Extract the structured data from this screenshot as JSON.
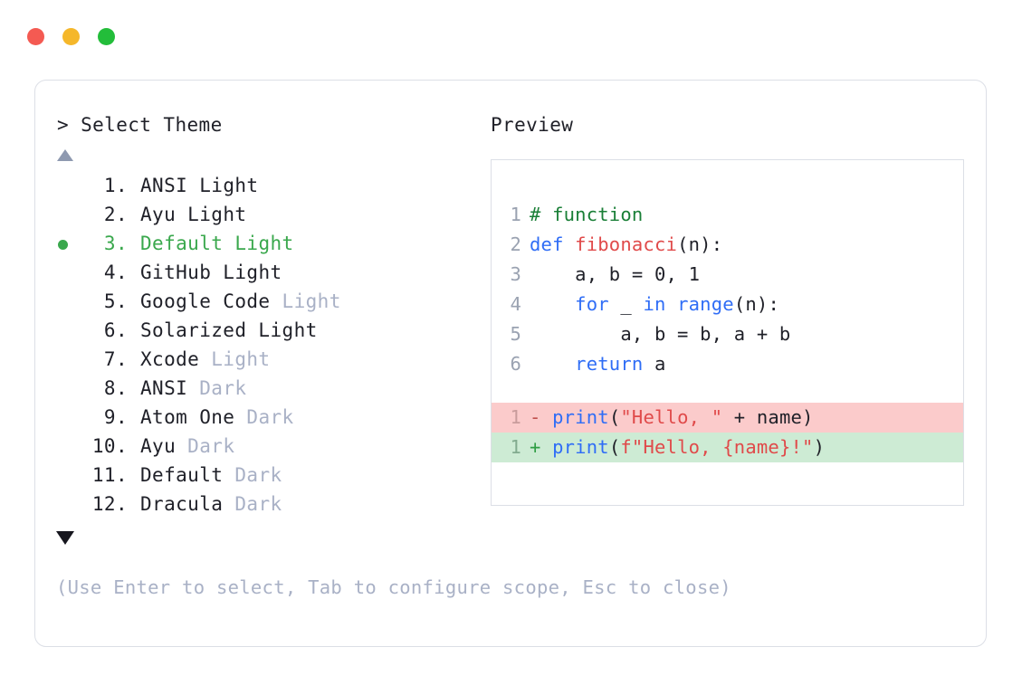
{
  "titlebar": {
    "lights": [
      {
        "name": "close-button",
        "color": "#f45a52"
      },
      {
        "name": "minimize-button",
        "color": "#f5b72a"
      },
      {
        "name": "maximize-button",
        "color": "#23bd3a"
      }
    ]
  },
  "prompt": {
    "caret": ">",
    "label": "Select Theme"
  },
  "scroll": {
    "up_icon": "triangle-up-icon",
    "down_icon": "triangle-down-icon"
  },
  "themes": {
    "selected_index": 3,
    "items": [
      {
        "index": "1.",
        "name": "ANSI",
        "suffix": " Light",
        "suffix_muted": false,
        "selected": false
      },
      {
        "index": "2.",
        "name": "Ayu",
        "suffix": " Light",
        "suffix_muted": false,
        "selected": false
      },
      {
        "index": "3.",
        "name": "Default",
        "suffix": " Light",
        "suffix_muted": false,
        "selected": true
      },
      {
        "index": "4.",
        "name": "GitHub",
        "suffix": " Light",
        "suffix_muted": false,
        "selected": false
      },
      {
        "index": "5.",
        "name": "Google Code",
        "suffix": " Light",
        "suffix_muted": true,
        "selected": false
      },
      {
        "index": "6.",
        "name": "Solarized",
        "suffix": " Light",
        "suffix_muted": false,
        "selected": false
      },
      {
        "index": "7.",
        "name": "Xcode",
        "suffix": " Light",
        "suffix_muted": true,
        "selected": false
      },
      {
        "index": "8.",
        "name": "ANSI",
        "suffix": " Dark",
        "suffix_muted": true,
        "selected": false
      },
      {
        "index": "9.",
        "name": "Atom One",
        "suffix": " Dark",
        "suffix_muted": true,
        "selected": false
      },
      {
        "index": "10.",
        "name": "Ayu",
        "suffix": " Dark",
        "suffix_muted": true,
        "selected": false
      },
      {
        "index": "11.",
        "name": "Default",
        "suffix": " Dark",
        "suffix_muted": true,
        "selected": false
      },
      {
        "index": "12.",
        "name": "Dracula",
        "suffix": " Dark",
        "suffix_muted": true,
        "selected": false
      }
    ]
  },
  "hint": "(Use Enter to select, Tab to configure scope, Esc to close)",
  "preview": {
    "label": "Preview",
    "code_lines": [
      {
        "number": "1",
        "tokens": [
          {
            "text": "# function",
            "type": "comment"
          }
        ]
      },
      {
        "number": "2",
        "tokens": [
          {
            "text": "def ",
            "type": "keyword"
          },
          {
            "text": "fibonacci",
            "type": "func"
          },
          {
            "text": "(n):",
            "type": "plain"
          }
        ]
      },
      {
        "number": "3",
        "tokens": [
          {
            "text": "    a, b = ",
            "type": "plain"
          },
          {
            "text": "0",
            "type": "num"
          },
          {
            "text": ", ",
            "type": "plain"
          },
          {
            "text": "1",
            "type": "num"
          }
        ]
      },
      {
        "number": "4",
        "tokens": [
          {
            "text": "    ",
            "type": "plain"
          },
          {
            "text": "for",
            "type": "keyword"
          },
          {
            "text": " _ ",
            "type": "plain"
          },
          {
            "text": "in",
            "type": "keyword"
          },
          {
            "text": " ",
            "type": "plain"
          },
          {
            "text": "range",
            "type": "builtin"
          },
          {
            "text": "(n):",
            "type": "plain"
          }
        ]
      },
      {
        "number": "5",
        "tokens": [
          {
            "text": "        a, b = b, a + b",
            "type": "plain"
          }
        ]
      },
      {
        "number": "6",
        "tokens": [
          {
            "text": "    ",
            "type": "plain"
          },
          {
            "text": "return",
            "type": "keyword"
          },
          {
            "text": " a",
            "type": "plain"
          }
        ]
      }
    ],
    "diff_lines": [
      {
        "number": "1",
        "kind": "del",
        "marker": "-",
        "tokens": [
          {
            "text": "print",
            "type": "builtin"
          },
          {
            "text": "(",
            "type": "plain"
          },
          {
            "text": "\"Hello, \"",
            "type": "string"
          },
          {
            "text": " + name)",
            "type": "plain"
          }
        ]
      },
      {
        "number": "1",
        "kind": "add",
        "marker": "+",
        "tokens": [
          {
            "text": "print",
            "type": "builtin"
          },
          {
            "text": "(",
            "type": "plain"
          },
          {
            "text": "f\"Hello, {name}!\"",
            "type": "string"
          },
          {
            "text": ")",
            "type": "plain"
          }
        ]
      }
    ]
  },
  "colors": {
    "accent_selected": "#3aa84d",
    "muted_text": "#a9b1c6",
    "border": "#dcdfe6",
    "diff_del_bg": "#fbcbcb",
    "diff_add_bg": "#cdebd4"
  }
}
